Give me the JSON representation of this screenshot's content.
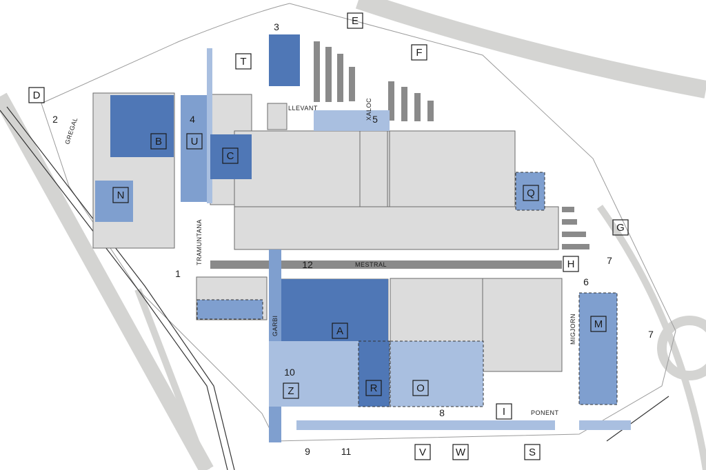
{
  "colors": {
    "background": "#ffffff",
    "road": "#d4d4d2",
    "building_grey": "#dcdcdc",
    "building_outline": "#6a6a6a",
    "zone_light_blue": "#a9bfe0",
    "zone_mid_blue": "#7f9fcf",
    "zone_dark_blue": "#4f77b6",
    "track_bar": "#8a8a8a",
    "rail": "#333333"
  },
  "zone_labels": [
    {
      "id": "A",
      "text": "A"
    },
    {
      "id": "B",
      "text": "B"
    },
    {
      "id": "C",
      "text": "C"
    },
    {
      "id": "D",
      "text": "D"
    },
    {
      "id": "E",
      "text": "E"
    },
    {
      "id": "F",
      "text": "F"
    },
    {
      "id": "G",
      "text": "G"
    },
    {
      "id": "H",
      "text": "H"
    },
    {
      "id": "I",
      "text": "I"
    },
    {
      "id": "M",
      "text": "M"
    },
    {
      "id": "N",
      "text": "N"
    },
    {
      "id": "O",
      "text": "O"
    },
    {
      "id": "Q",
      "text": "Q"
    },
    {
      "id": "R",
      "text": "R"
    },
    {
      "id": "S",
      "text": "S"
    },
    {
      "id": "T",
      "text": "T"
    },
    {
      "id": "U",
      "text": "U"
    },
    {
      "id": "V",
      "text": "V"
    },
    {
      "id": "W",
      "text": "W"
    },
    {
      "id": "Z",
      "text": "Z"
    }
  ],
  "number_labels": [
    "1",
    "2",
    "3",
    "4",
    "5",
    "6",
    "7",
    "7",
    "8",
    "9",
    "10",
    "11",
    "12"
  ],
  "streets": {
    "gregal": "GREGAL",
    "tramuntana": "TRAMUNTANA",
    "llevant": "LLEVANT",
    "xaloc": "XALOC",
    "mestral": "MESTRAL",
    "garbi": "GARBI",
    "migjorn": "MIGJORN",
    "ponent": "PONENT"
  }
}
